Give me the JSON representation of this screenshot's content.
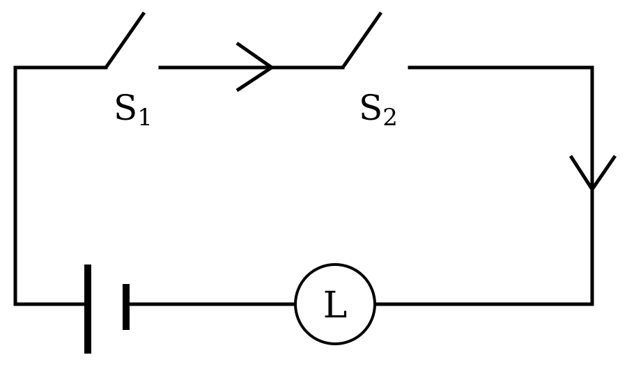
{
  "diagram": {
    "type": "series-circuit",
    "components": {
      "switch_1": {
        "label": "S",
        "subscript": "1"
      },
      "switch_2": {
        "label": "S",
        "subscript": "2"
      },
      "lamp": {
        "label": "L"
      },
      "battery": {
        "label": ""
      }
    },
    "current_direction": "clockwise"
  }
}
